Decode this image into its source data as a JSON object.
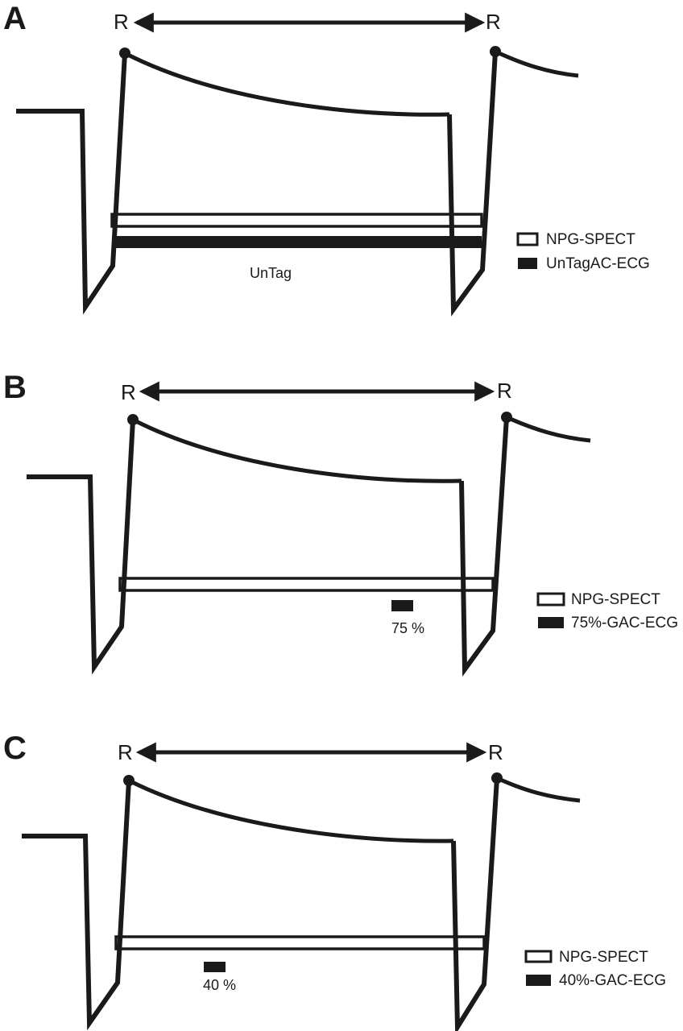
{
  "panels": [
    {
      "letter": "A",
      "r_left": "R",
      "r_right": "R",
      "bar_label": "UnTag",
      "legend": {
        "open": "NPG-SPECT",
        "solid": "UnTagAC-ECG"
      }
    },
    {
      "letter": "B",
      "r_left": "R",
      "r_right": "R",
      "bar_label": "75 %",
      "legend": {
        "open": "NPG-SPECT",
        "solid": "75%-GAC-ECG"
      }
    },
    {
      "letter": "C",
      "r_left": "R",
      "r_right": "R",
      "bar_label": "40 %",
      "legend": {
        "open": "NPG-SPECT",
        "solid": "40%-GAC-ECG"
      }
    }
  ],
  "colors": {
    "ink": "#1a1a1a",
    "background": "#ffffff"
  }
}
